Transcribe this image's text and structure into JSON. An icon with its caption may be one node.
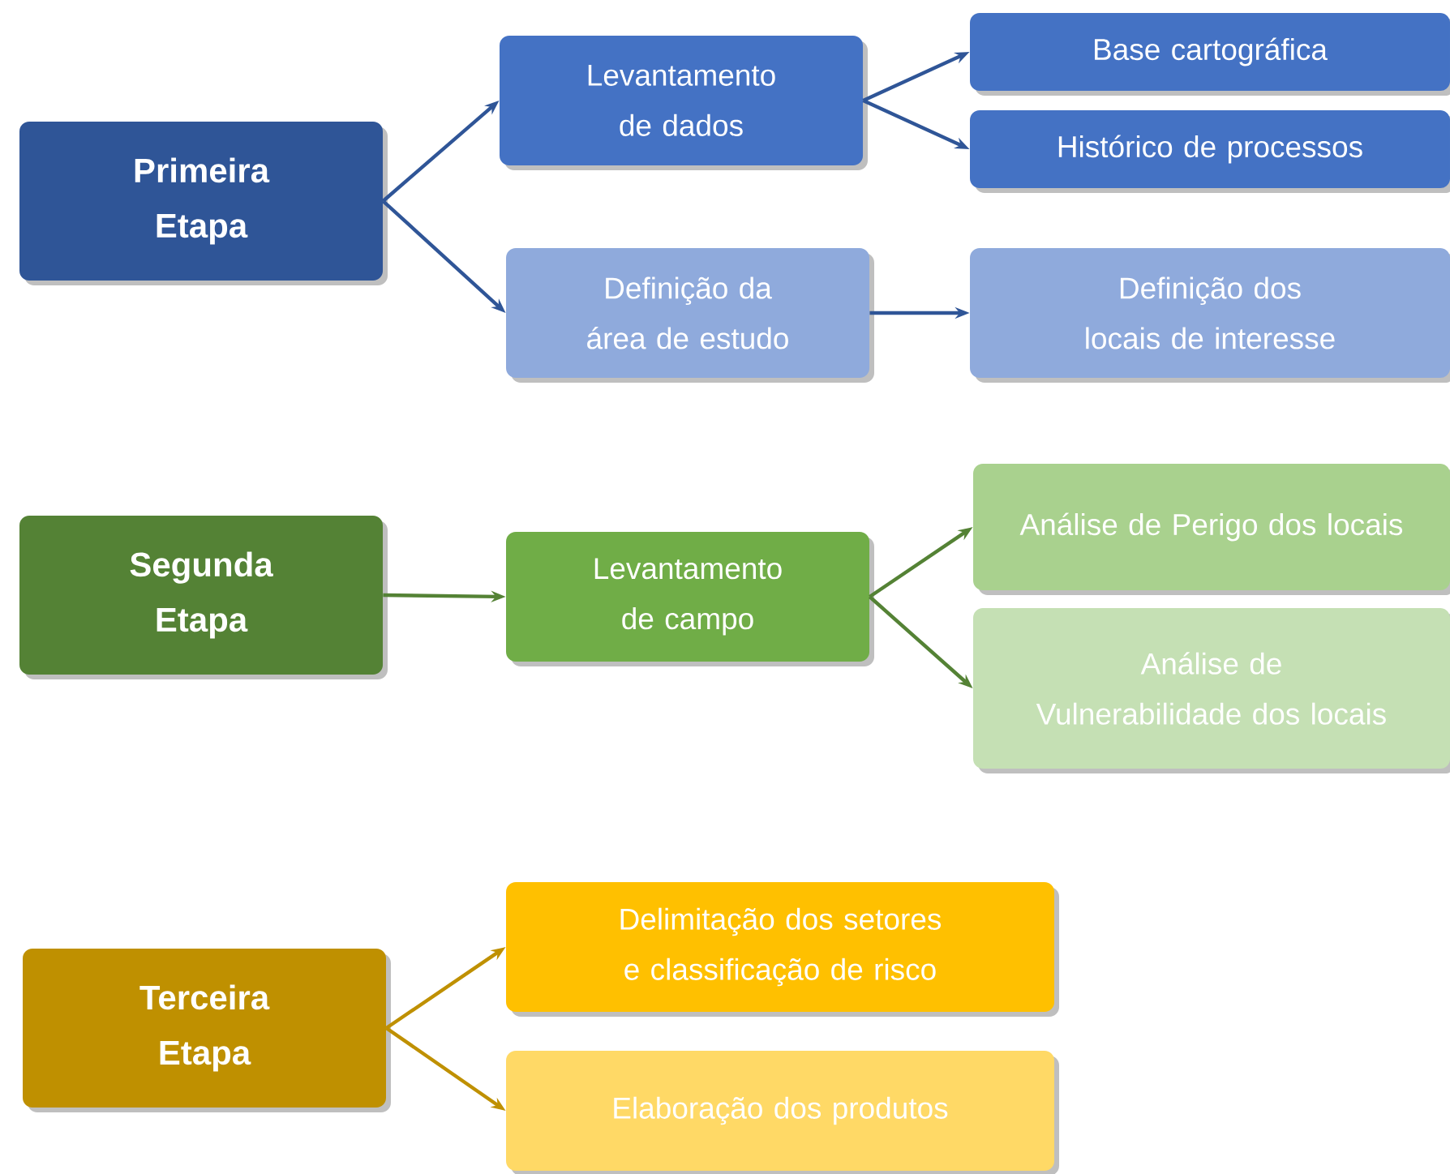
{
  "diagram": {
    "nodes": [
      {
        "text": [
          "Primeira Etapa"
        ]
      },
      {
        "text": [
          "Levantamento de dados"
        ]
      },
      {
        "text": [
          "Base cartográfica"
        ]
      },
      {
        "text": [
          "Histórico de processos"
        ]
      },
      {
        "text": [
          "Definição da área de estudo"
        ]
      },
      {
        "text": [
          "Definição dos locais de interesse"
        ]
      },
      {
        "text": [
          "Segunda Etapa"
        ]
      },
      {
        "text": [
          "Levantamento de campo"
        ]
      },
      {
        "text": [
          "Análise de Perigo dos locais"
        ]
      },
      {
        "text": [
          "Análise de Vulnerabilidade dos locais"
        ]
      },
      {
        "text": [
          "Terceira Etapa"
        ]
      },
      {
        "text": [
          "Delimitação dos setores e classificação de risco"
        ]
      },
      {
        "text": [
          "Elaboração dos produtos"
        ]
      }
    ],
    "edges": [
      {
        "from": 0,
        "to": 1,
        "arrow": "to"
      },
      {
        "from": 0,
        "to": 4,
        "arrow": "to"
      },
      {
        "from": 1,
        "to": 2,
        "arrow": "to"
      },
      {
        "from": 1,
        "to": 3,
        "arrow": "to"
      },
      {
        "from": 4,
        "to": 5,
        "arrow": "to"
      },
      {
        "from": 6,
        "to": 7,
        "arrow": "to",
        "color": "#548235"
      },
      {
        "from": 7,
        "to": 8,
        "arrow": "to",
        "color": "#548235"
      },
      {
        "from": 7,
        "to": 9,
        "arrow": "to",
        "color": "#548235"
      },
      {
        "from": 10,
        "to": 11,
        "arrow": "to",
        "color": "#bf9000"
      },
      {
        "from": 10,
        "to": 12,
        "arrow": "to",
        "color": "#bf9000"
      }
    ]
  }
}
